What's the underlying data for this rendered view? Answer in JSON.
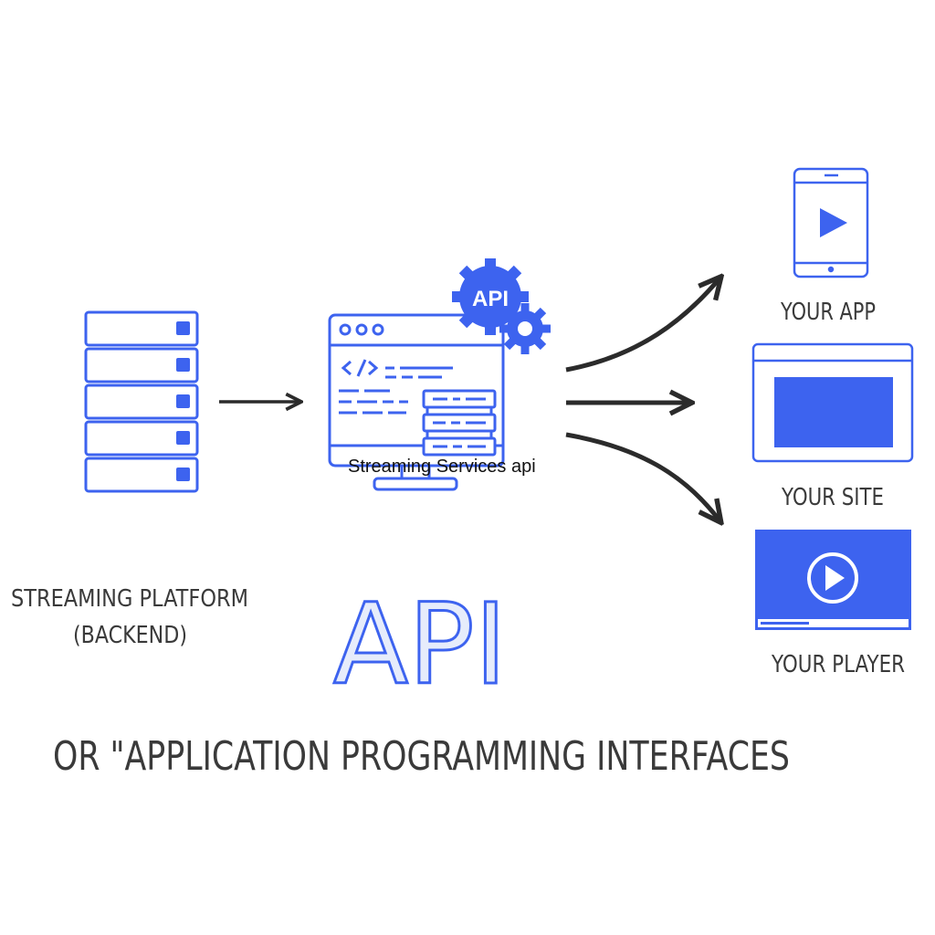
{
  "colors": {
    "accent": "#3d63ef",
    "text": "#3a3a3a",
    "arrow": "#2b2b2b"
  },
  "backend": {
    "label_line1": "STREAMING PLATFORM",
    "label_line2": "(BACKEND)",
    "icon": "server-stack-icon"
  },
  "api_node": {
    "gear_label": "API",
    "caption": "Streaming Services api",
    "icon": "code-monitor-icon"
  },
  "targets": [
    {
      "label": "YOUR APP",
      "icon": "tablet-play-icon"
    },
    {
      "label": "YOUR SITE",
      "icon": "browser-window-icon"
    },
    {
      "label": "YOUR PLAYER",
      "icon": "video-player-icon"
    }
  ],
  "title": {
    "big": "API",
    "subtitle": "OR \"APPLICATION PROGRAMMING INTERFACES"
  }
}
